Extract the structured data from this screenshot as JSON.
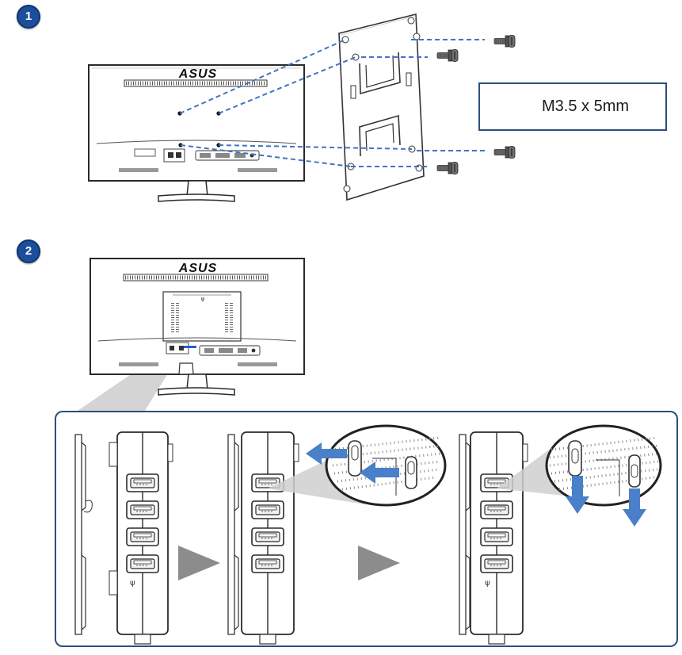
{
  "steps": [
    {
      "number": "1"
    },
    {
      "number": "2"
    }
  ],
  "brand": "ASUS",
  "screw_spec": "M3.5 x 5mm",
  "colors": {
    "accent_blue": "#1b4f9b",
    "dash_blue": "#3f74c2",
    "arrow_blue": "#4a7fc9",
    "frame": "#2c4f7e",
    "line": "#3a3a3a",
    "gray_arrow": "#8c8c8c",
    "funnel": "#cfcfcf"
  },
  "icons": [
    "screw-icon",
    "usb-icon",
    "arrow-right-icon",
    "arrow-left-icon",
    "arrow-down-icon"
  ]
}
